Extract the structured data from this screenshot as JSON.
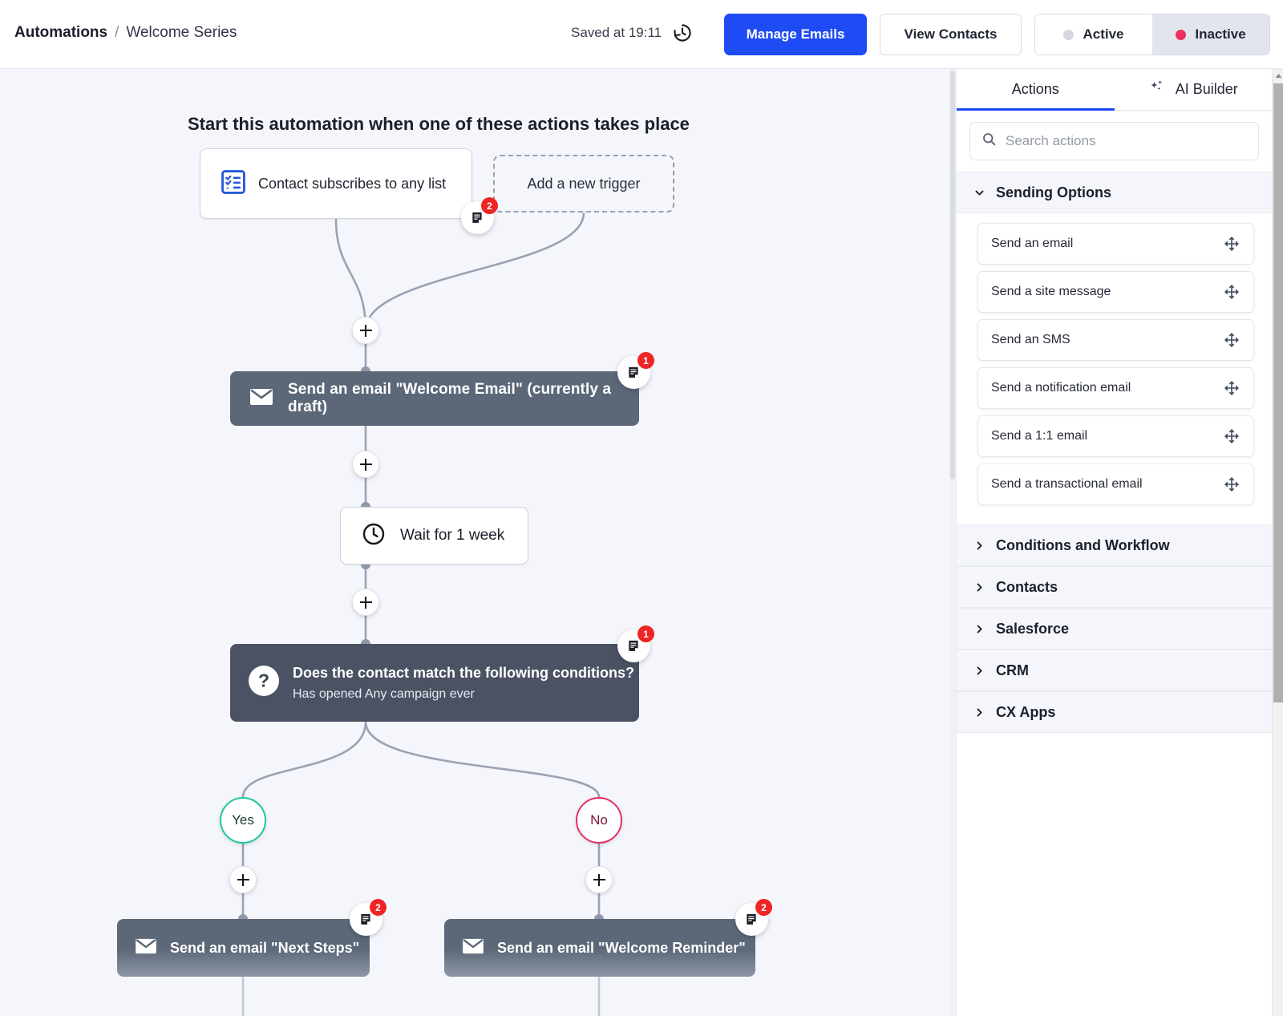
{
  "header": {
    "breadcrumb_root": "Automations",
    "breadcrumb_sep": "/",
    "breadcrumb_current": "Welcome Series",
    "saved_text": "Saved at 19:11",
    "history_icon": "history-clock-icon",
    "manage_emails_label": "Manage Emails",
    "view_contacts_label": "View Contacts",
    "status": {
      "active_label": "Active",
      "inactive_label": "Inactive",
      "selected": "Inactive",
      "active_dot_color": "#d5d8e2",
      "inactive_dot_color": "#ef2f5e"
    }
  },
  "canvas": {
    "title": "Start this automation when one of these actions takes place",
    "trigger": {
      "label": "Contact subscribes to any list",
      "icon": "checklist-icon",
      "note_count": "2"
    },
    "add_trigger_label": "Add a new trigger",
    "steps": [
      {
        "id": "email1",
        "label": "Send an email \"Welcome Email\" (currently a draft)",
        "icon": "envelope-icon",
        "note_count": "1",
        "style": "dark"
      },
      {
        "id": "wait",
        "label": "Wait for 1 week",
        "icon": "clock-icon",
        "style": "light"
      },
      {
        "id": "condition",
        "title": "Does the contact match the following conditions?",
        "subtitle": "Has opened Any campaign ever",
        "icon": "question-mark-icon",
        "note_count": "1",
        "style": "dark-condition"
      }
    ],
    "branches": {
      "yes_label": "Yes",
      "no_label": "No",
      "yes_color": "#1fc79a",
      "no_color": "#e2306a"
    },
    "branch_steps": [
      {
        "id": "email2",
        "label": "Send an email \"Next Steps\"",
        "icon": "envelope-icon",
        "note_count": "2"
      },
      {
        "id": "email3",
        "label": "Send an email \"Welcome Reminder\"",
        "icon": "envelope-icon",
        "note_count": "2"
      }
    ]
  },
  "panel": {
    "tabs": [
      {
        "label": "Actions",
        "selected": true,
        "icon": ""
      },
      {
        "label": "AI Builder",
        "selected": false,
        "icon": "sparkles-icon"
      }
    ],
    "search_placeholder": "Search actions",
    "search_value": "",
    "search_icon": "search-icon",
    "groups": [
      {
        "label": "Sending Options",
        "expanded": true,
        "items": [
          "Send an email",
          "Send a site message",
          "Send an SMS",
          "Send a notification email",
          "Send a 1:1 email",
          "Send a transactional email"
        ]
      },
      {
        "label": "Conditions and Workflow",
        "expanded": false,
        "items": []
      },
      {
        "label": "Contacts",
        "expanded": false,
        "items": []
      },
      {
        "label": "Salesforce",
        "expanded": false,
        "items": []
      },
      {
        "label": "CRM",
        "expanded": false,
        "items": []
      },
      {
        "label": "CX Apps",
        "expanded": false,
        "items": []
      }
    ]
  },
  "colors": {
    "accent_blue": "#1f4bf5",
    "canvas_bg": "#f5f6fb",
    "node_dark": "#5c6778",
    "node_condition": "#4b5263",
    "badge_red": "#ef2424"
  }
}
